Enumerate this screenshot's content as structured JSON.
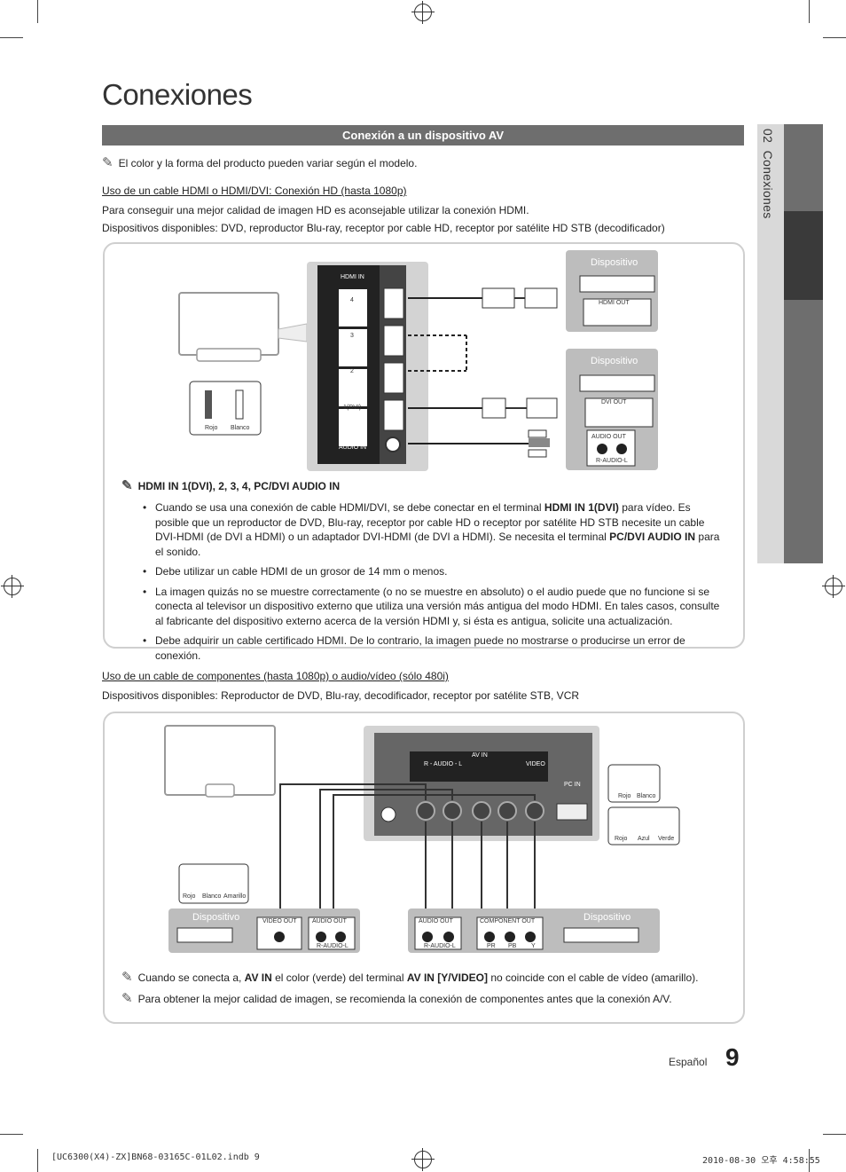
{
  "page": {
    "title": "Conexiones",
    "section_header": "Conexión a un dispositivo AV",
    "intro_note": "El color y la forma del producto pueden variar según el modelo.",
    "side_tab": {
      "number": "02",
      "label": "Conexiones"
    },
    "language": "Español",
    "page_number": "9"
  },
  "hdmi": {
    "heading": "Uso de un cable HDMI o HDMI/DVI: Conexión HD (hasta 1080p)",
    "para1": "Para conseguir una mejor calidad de imagen HD es aconsejable utilizar la conexión HDMI.",
    "para2": "Dispositivos disponibles: DVD, reproductor Blu-ray, receptor por cable HD, receptor por satélite HD STB (decodificador)",
    "diagram": {
      "panel_title": "HDMI IN",
      "ports": [
        "4",
        "3",
        "2",
        "1(DVI)"
      ],
      "pc_label_1": "PC/DVI",
      "pc_label_2": "AUDIO IN",
      "device_1": "Dispositivo",
      "device_1_port": "HDMI OUT",
      "device_2": "Dispositivo",
      "device_2_port1": "DVI OUT",
      "device_2_port2": "AUDIO OUT",
      "device_2_port2_sub": "R-AUDIO-L",
      "cable_labels": [
        "Rojo",
        "Blanco"
      ]
    },
    "note_heading": "HDMI IN 1(DVI), 2, 3, 4, PC/DVI AUDIO IN",
    "bullets": {
      "b1_a": "Cuando se usa una conexión de cable HDMI/DVI, se debe conectar en el terminal ",
      "b1_b": "HDMI IN 1(DVI)",
      "b1_c": " para vídeo. Es posible que un reproductor de DVD, Blu-ray, receptor por cable HD o receptor por satélite HD STB necesite un cable DVI-HDMI (de DVI a HDMI) o un adaptador DVI-HDMI (de DVI a HDMI). Se necesita el terminal ",
      "b1_d": "PC/DVI AUDIO IN",
      "b1_e": " para el sonido.",
      "b2": "Debe utilizar un cable HDMI de un grosor de 14 mm o menos.",
      "b3": "La imagen quizás no se muestre correctamente (o no se muestre en absoluto) o el audio puede que no funcione si se conecta al televisor un dispositivo externo que utiliza una versión más antigua del modo HDMI. En tales casos, consulte al fabricante del dispositivo externo acerca de la versión HDMI y, si ésta es antigua, solicite una actualización.",
      "b4": "Debe adquirir un cable certificado HDMI. De lo contrario, la imagen puede no mostrarse o producirse un error de conexión."
    }
  },
  "component": {
    "heading": "Uso de un cable de componentes (hasta 1080p) o audio/vídeo (sólo 480i)",
    "para": "Dispositivos disponibles: Reproductor de DVD, Blu-ray, decodificador, receptor por satélite STB, VCR",
    "diagram": {
      "av_in": "AV IN",
      "video": "VIDEO",
      "audio_row": "R - AUDIO - L",
      "pc_in": "PC IN",
      "cables_left": [
        "Rojo",
        "Blanco",
        "Amarillo"
      ],
      "cables_right_top": [
        "Rojo",
        "Blanco"
      ],
      "cables_right_bottom": [
        "Rojo",
        "Azul",
        "Verde"
      ],
      "device_left": "Dispositivo",
      "device_left_port1": "VIDEO OUT",
      "device_left_port2": "AUDIO OUT",
      "device_left_port2_sub": "R-AUDIO-L",
      "device_right": "Dispositivo",
      "device_right_port1": "AUDIO OUT",
      "device_right_port1_sub": "R-AUDIO-L",
      "device_right_port2": "COMPONENT OUT",
      "device_right_port2_sub": [
        "PR",
        "PB",
        "Y"
      ]
    },
    "note1_a": "Cuando se conecta a, ",
    "note1_b": "AV IN",
    "note1_c": " el color (verde) del terminal ",
    "note1_d": "AV IN [Y/VIDEO]",
    "note1_e": " no coincide con el cable de vídeo (amarillo).",
    "note2": "Para obtener la mejor calidad de imagen, se recomienda la conexión de componentes antes que la conexión A/V."
  },
  "footer": {
    "file": "[UC6300(X4)-ZX]BN68-03165C-01L02.indb   9",
    "date": "2010-08-30   오후 4:58:55"
  }
}
